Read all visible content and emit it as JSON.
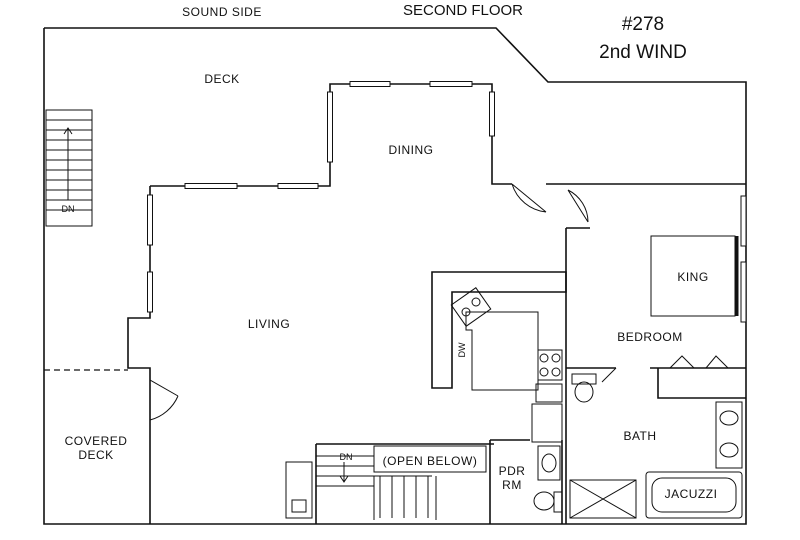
{
  "header": {
    "sound_side": "SOUND SIDE",
    "floor": "SECOND FLOOR",
    "unit_number": "#278",
    "unit_name": "2nd WIND"
  },
  "rooms": {
    "deck": "DECK",
    "dining": "DINING",
    "living": "LIVING",
    "king": "KING",
    "bedroom": "BEDROOM",
    "bath": "BATH",
    "covered_deck_line1": "COVERED",
    "covered_deck_line2": "DECK",
    "pdr_line1": "PDR",
    "pdr_line2": "RM",
    "open_below": "(OPEN BELOW)",
    "jacuzzi": "JACUZZI"
  },
  "fixtures": {
    "stair_left": "DN",
    "stair_right": "DN",
    "dishwasher": "DW"
  }
}
